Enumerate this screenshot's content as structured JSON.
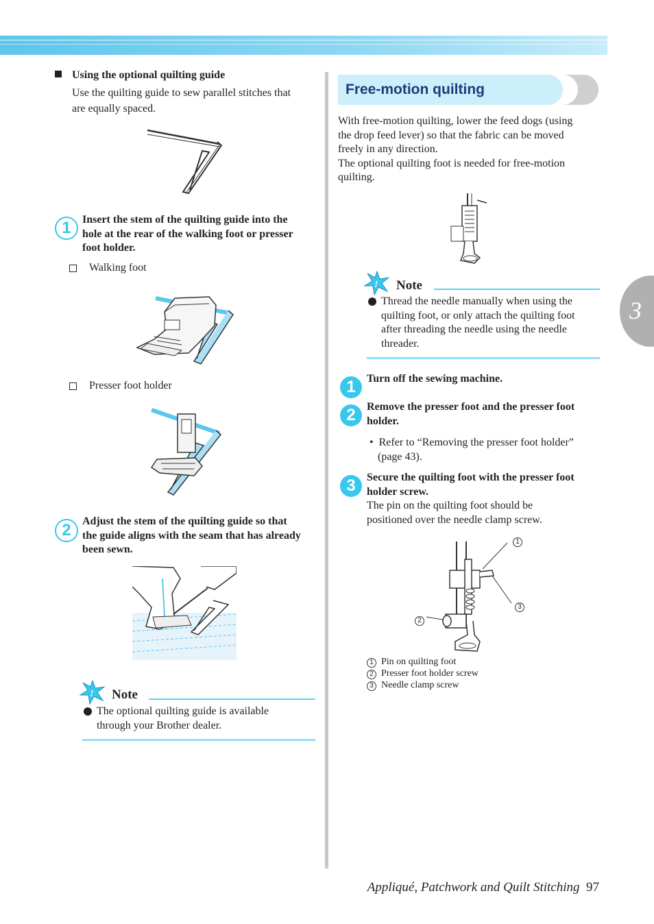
{
  "chapter_tab": "3",
  "left": {
    "section_title": "Using the optional quilting guide",
    "section_desc": [
      "Use the quilting guide to sew parallel stitches that",
      "are equally spaced."
    ],
    "step1": {
      "num": "1",
      "text": [
        "Insert the stem of the quilting guide into the",
        "hole at the rear of the walking foot or presser",
        "foot holder."
      ]
    },
    "option_walking": "Walking foot",
    "option_holder": "Presser foot holder",
    "step2": {
      "num": "2",
      "text": [
        "Adjust the stem of the quilting guide so that",
        "the guide aligns with the seam that has already",
        "been sewn."
      ]
    },
    "note": {
      "title": "Note",
      "lines": [
        "The optional quilting guide is available",
        "through your Brother dealer."
      ]
    }
  },
  "right": {
    "heading": "Free-motion quilting",
    "intro": [
      "With free-motion quilting, lower the feed dogs (using",
      "the drop feed lever) so that the fabric can be moved",
      "freely in any direction.",
      "The optional quilting foot is needed for free-motion",
      "quilting."
    ],
    "note": {
      "title": "Note",
      "lines": [
        "Thread the needle manually when using the",
        "quilting foot, or only attach the quilting foot",
        "after threading the needle using the needle",
        "threader."
      ]
    },
    "step1": {
      "num": "1",
      "text": "Turn off the sewing machine."
    },
    "step2": {
      "num": "2",
      "text": [
        "Remove the presser foot and the presser foot",
        "holder."
      ]
    },
    "step2_ref": [
      "Refer to “Removing the presser foot holder”",
      "(page 43)."
    ],
    "step3": {
      "num": "3",
      "text": [
        "Secure the quilting foot with the presser foot",
        "holder screw."
      ],
      "desc": [
        "The pin on the quilting foot should be",
        "positioned over the needle clamp screw."
      ]
    },
    "callouts": [
      "1",
      "2",
      "3"
    ],
    "legend": [
      {
        "num": "1",
        "label": "Pin on quilting foot"
      },
      {
        "num": "2",
        "label": "Presser foot holder screw"
      },
      {
        "num": "3",
        "label": "Needle clamp screw"
      }
    ]
  },
  "footer": {
    "title": "Appliqué, Patchwork and Quilt Stitching",
    "page": "97"
  },
  "colors": {
    "accent": "#38c8ee",
    "heading_bg": "#cdeefb",
    "heading_text": "#1a3c78"
  }
}
